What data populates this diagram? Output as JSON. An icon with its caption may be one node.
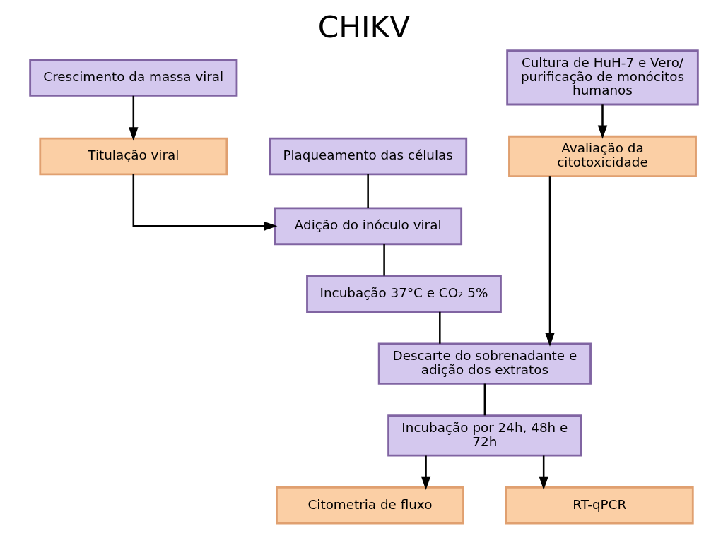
{
  "diagram": {
    "title": "CHIKV",
    "nodes": [
      {
        "text": [
          "Crescimento da massa viral"
        ]
      },
      {
        "text": [
          "Cultura de HuH-7 e Vero/ purificação de monócitos humanos"
        ]
      },
      {
        "text": [
          "Titulação viral"
        ]
      },
      {
        "text": [
          "Plaqueamento das células"
        ]
      },
      {
        "text": [
          "Avaliação da citotoxicidade"
        ]
      },
      {
        "text": [
          "Adição do inóculo viral"
        ]
      },
      {
        "text": [
          "Incubação 37°C e CO₂ 5%"
        ]
      },
      {
        "text": [
          "Descarte do sobrenadante e adição dos extratos"
        ]
      },
      {
        "text": [
          "Incubação por 24h, 48h e 72h"
        ]
      },
      {
        "text": [
          "Citometria de fluxo"
        ]
      },
      {
        "text": [
          "RT-qPCR"
        ]
      }
    ],
    "edges": [
      {
        "from": 0,
        "to": 2,
        "arrow": "to"
      },
      {
        "from": 1,
        "to": 4,
        "arrow": "to"
      },
      {
        "from": 2,
        "to": 5,
        "arrow": "to"
      },
      {
        "from": 3,
        "to": 5,
        "arrow": "none"
      },
      {
        "from": 5,
        "to": 6,
        "arrow": "none"
      },
      {
        "from": 6,
        "to": 7,
        "arrow": "none"
      },
      {
        "from": 4,
        "to": 7,
        "arrow": "to"
      },
      {
        "from": 7,
        "to": 8,
        "arrow": "none"
      },
      {
        "from": 8,
        "to": 9,
        "arrow": "to"
      },
      {
        "from": 8,
        "to": 10,
        "arrow": "to"
      }
    ]
  }
}
